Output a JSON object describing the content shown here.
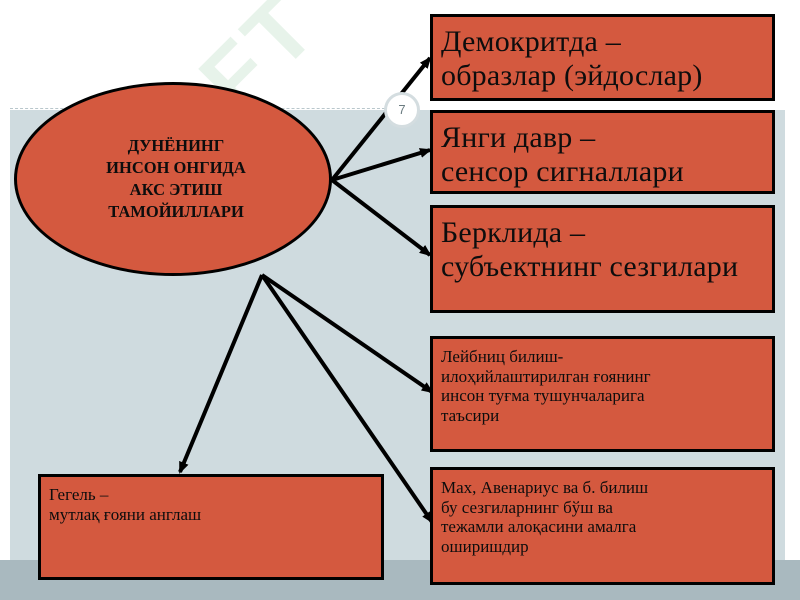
{
  "center": {
    "text": "ДУНЁНИНГ\nИНСОН ОНГИДА\nАКС ЭТИШ\nТАМОЙИЛЛАРИ"
  },
  "boxes": {
    "democritus": "Демокритда –\nобразлар (эйдослар)",
    "new_age": "Янги давр  –\nсенсор сигналлари",
    "berkeley": "Берклида –\nсубъектнинг сезгилари",
    "leibniz": "Лейбниц билиш-\nилоҳийлаштирилган ғоянинг\nинсон туғма тушунчаларига\nтаъсири",
    "mach": "Мах, Авенариус ва б. билиш\nбу сезгиларнинг бўш ва\nтежамли алоқасини амалга\nоширишдир",
    "hegel": "Гегель –\nмутлақ ғояни англаш"
  },
  "page_number": "7",
  "watermark": "SOFT",
  "colors": {
    "box_fill": "#d4593f",
    "panel": "#cfdbdf",
    "border": "#000000"
  }
}
